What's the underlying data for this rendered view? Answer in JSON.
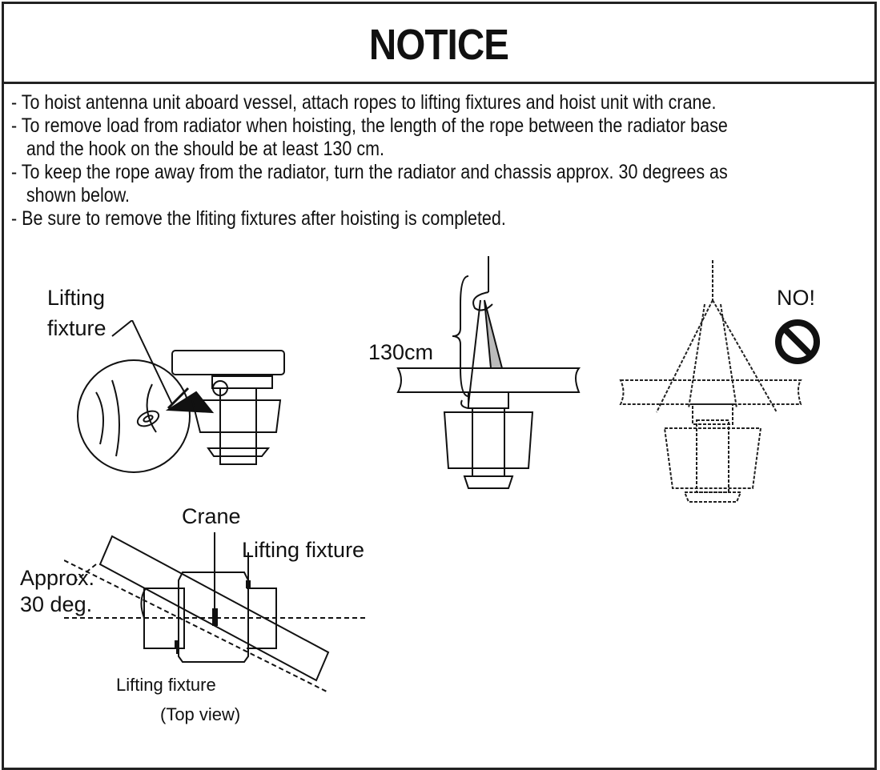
{
  "title": "NOTICE",
  "notes": [
    {
      "line1": "- To hoist antenna unit aboard vessel, attach ropes to lifting fixtures and hoist unit with crane.",
      "line2": ""
    },
    {
      "line1": "- To remove load from radiator when hoisting, the length of the rope between the radiator base",
      "line2": "and the hook on the should be at least 130 cm."
    },
    {
      "line1": "- To keep the rope away from the radiator, turn the radiator and chassis approx. 30 degrees as",
      "line2": "shown below."
    },
    {
      "line1": "- Be sure to remove the lfiting fixtures after hoisting is completed.",
      "line2": ""
    }
  ],
  "figure1": {
    "label_line1": "Lifting",
    "label_line2": "fixture"
  },
  "figure2": {
    "length_label": "130cm"
  },
  "figure3": {
    "warning": "NO!",
    "icon": "prohibited-icon"
  },
  "figure4": {
    "crane_label": "Crane",
    "fixture_top_label": "Lifting fixture",
    "angle_line1": "Approx.",
    "angle_line2": "30 deg.",
    "fixture_bottom_label": "Lifting fixture",
    "caption": "(Top view)"
  }
}
